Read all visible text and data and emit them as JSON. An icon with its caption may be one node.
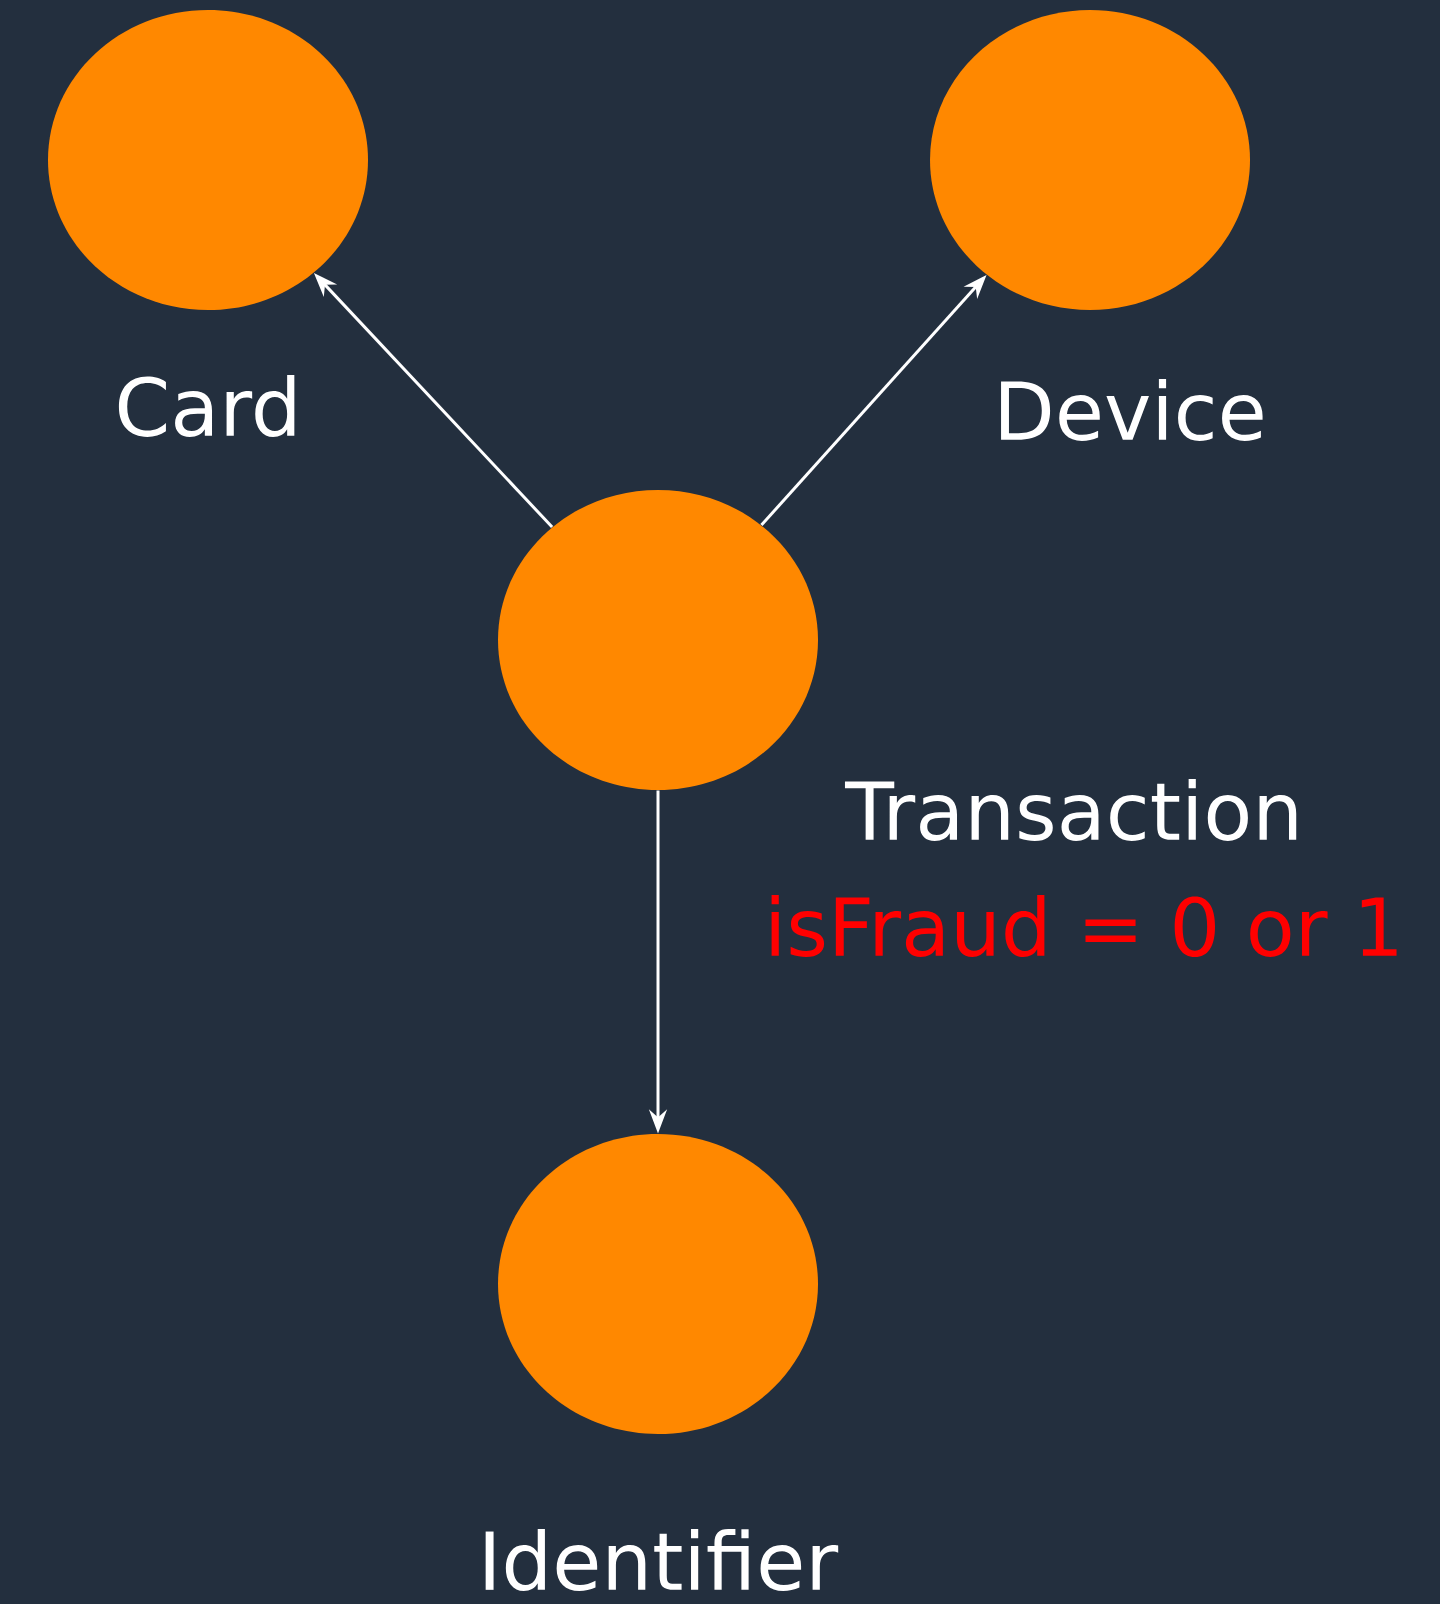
{
  "diagram": {
    "nodes": [
      {
        "text": [
          "Card"
        ]
      },
      {
        "text": [
          "Device"
        ]
      },
      {
        "text": [
          "Transaction",
          "isFraud = 0 or 1"
        ]
      },
      {
        "text": [
          "Identifier"
        ]
      }
    ],
    "edges": [
      {
        "from": 2,
        "to": 0,
        "arrow": "to"
      },
      {
        "from": 2,
        "to": 1,
        "arrow": "to"
      },
      {
        "from": 2,
        "to": 3,
        "arrow": "to"
      }
    ]
  }
}
